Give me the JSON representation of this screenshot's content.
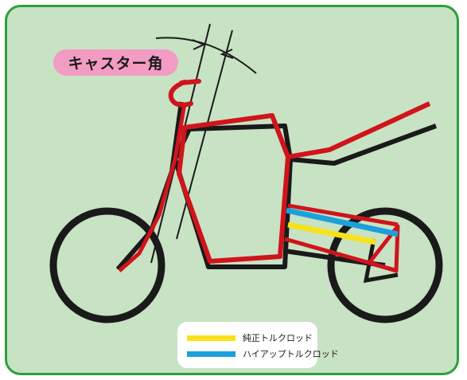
{
  "caster_label": "キャスター角",
  "legend": [
    {
      "label": "純正トルクロッド",
      "color": "#f7e21a"
    },
    {
      "label": "ハイアップトルクロッド",
      "color": "#1ca0dc"
    }
  ],
  "colors": {
    "frame_original": "#1a1a1a",
    "frame_modified": "#d0141c",
    "background": "#c8e2c4",
    "border": "#2e9f3a",
    "badge": "#f39cc3"
  }
}
